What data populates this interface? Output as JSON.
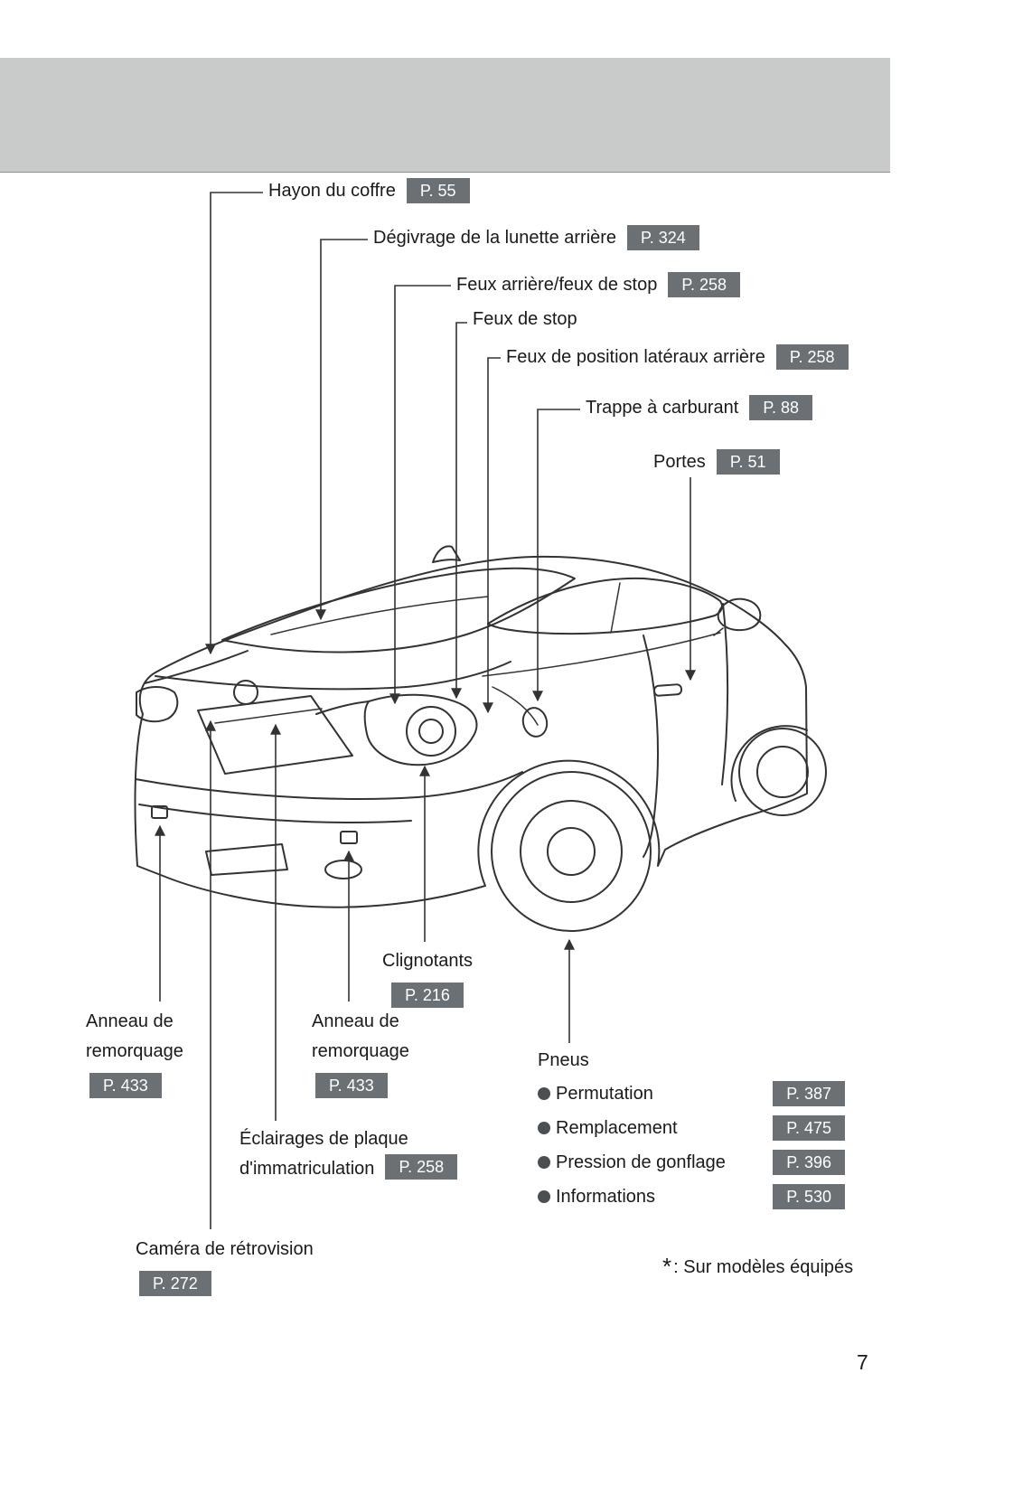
{
  "page": {
    "number": "7"
  },
  "footnote": {
    "star": "*",
    "text": ": Sur modèles équipés"
  },
  "callouts": {
    "hayon": {
      "text": "Hayon du coffre",
      "page": "P. 55"
    },
    "degivrage": {
      "text": "Dégivrage de la lunette arrière",
      "page": "P. 324"
    },
    "feux_arriere": {
      "text": "Feux arrière/feux de stop",
      "page": "P. 258"
    },
    "feux_stop": {
      "text": "Feux de stop"
    },
    "feux_position": {
      "text": "Feux de position latéraux arrière",
      "page": "P. 258"
    },
    "trappe": {
      "text": "Trappe à carburant",
      "page": "P. 88"
    },
    "portes": {
      "text": "Portes",
      "page": "P. 51"
    },
    "clignotants": {
      "text": "Clignotants",
      "page": "P. 216"
    },
    "anneau_gauche": {
      "line1": "Anneau de",
      "line2": "remorquage",
      "page": "P. 433"
    },
    "anneau_centre": {
      "line1": "Anneau de",
      "line2": "remorquage",
      "page": "P. 433"
    },
    "eclairages": {
      "line1": "Éclairages de plaque",
      "line2": "d'immatriculation",
      "page": "P. 258"
    },
    "camera": {
      "text": "Caméra de rétrovision",
      "page": "P. 272"
    }
  },
  "tires": {
    "title": "Pneus",
    "items": [
      {
        "label": "Permutation",
        "page": "P. 387"
      },
      {
        "label": "Remplacement",
        "page": "P. 475"
      },
      {
        "label": "Pression de gonflage",
        "page": "P. 396"
      },
      {
        "label": "Informations",
        "page": "P. 530"
      }
    ]
  },
  "colors": {
    "badge_bg": "#6b7074",
    "header_bg": "#c9caca",
    "line": "#333333"
  }
}
